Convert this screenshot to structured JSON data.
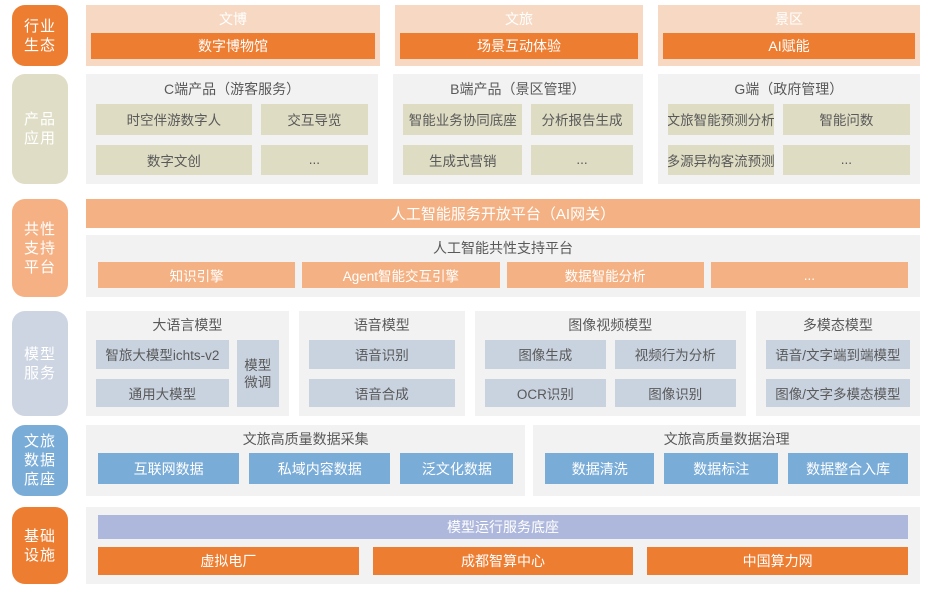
{
  "palette": {
    "orange": "#ED7D31",
    "light_orange": "#F4B183",
    "peach": "#F7D9C3",
    "olive": "#DEDCC3",
    "panel_gray": "#F2F2F2",
    "model_blue_gray": "#C9D2DF",
    "data_blue": "#7AACD8",
    "periwinkle": "#AEB8DC",
    "dark_text": "#595959",
    "white_text": "#FFFFFF"
  },
  "eco": {
    "label_lines": [
      "行业",
      "生态"
    ],
    "columns": [
      {
        "title": "文博",
        "bar": "数字博物馆"
      },
      {
        "title": "文旅",
        "bar": "场景互动体验"
      },
      {
        "title": "景区",
        "bar": "AI赋能"
      }
    ]
  },
  "products": {
    "label_lines": [
      "产品",
      "应用"
    ],
    "groups": [
      {
        "title": "C端产品（游客服务）",
        "buttons": [
          "时空伴游数字人",
          "交互导览",
          "数字文创",
          "..."
        ]
      },
      {
        "title": "B端产品（景区管理）",
        "buttons": [
          "智能业务协同底座",
          "分析报告生成",
          "生成式营销",
          "..."
        ]
      },
      {
        "title": "G端（政府管理）",
        "buttons": [
          "文旅智能预测分析",
          "智能问数",
          "多源异构客流预测",
          "..."
        ]
      }
    ]
  },
  "platform": {
    "label_lines": [
      "共性",
      "支持",
      "平台"
    ],
    "gateway_bar": "人工智能服务开放平台（AI网关）",
    "panel_title": "人工智能共性支持平台",
    "buttons": [
      "知识引擎",
      "Agent智能交互引擎",
      "数据智能分析",
      "..."
    ]
  },
  "models": {
    "label_lines": [
      "模型",
      "服务"
    ],
    "groups": [
      {
        "title": "大语言模型",
        "buttons": [
          "智旅大模型ichts-v2",
          "通用大模型"
        ],
        "side_button_lines": [
          "模型",
          "微调"
        ]
      },
      {
        "title": "语音模型",
        "buttons": [
          "语音识别",
          "语音合成"
        ]
      },
      {
        "title": "图像视频模型",
        "buttons": [
          "图像生成",
          "视频行为分析",
          "OCR识别",
          "图像识别"
        ]
      },
      {
        "title": "多模态模型",
        "buttons": [
          "语音/文字端到端模型",
          "图像/文字多模态模型"
        ]
      }
    ]
  },
  "data_foundation": {
    "label_lines": [
      "文旅",
      "数据",
      "底座"
    ],
    "groups": [
      {
        "title": "文旅高质量数据采集",
        "buttons": [
          "互联网数据",
          "私域内容数据",
          "泛文化数据"
        ]
      },
      {
        "title": "文旅高质量数据治理",
        "buttons": [
          "数据清洗",
          "数据标注",
          "数据整合入库"
        ]
      }
    ]
  },
  "infrastructure": {
    "label_lines": [
      "基础",
      "设施"
    ],
    "bar": "模型运行服务底座",
    "buttons": [
      "虚拟电厂",
      "成都智算中心",
      "中国算力网"
    ]
  }
}
